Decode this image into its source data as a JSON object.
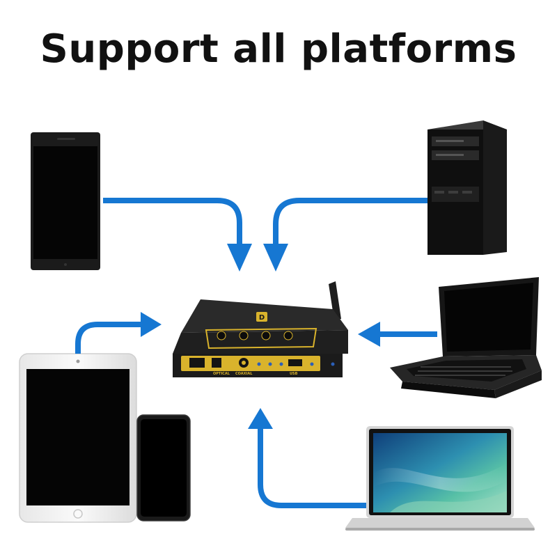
{
  "heading": {
    "text": "Support all platforms"
  },
  "device_panel": {
    "labels": [
      "OPTICAL",
      "COAXIAL",
      "USB"
    ],
    "logo": "D"
  },
  "colors": {
    "arrow": "#1677d2",
    "device_body": "#2a2a2a",
    "device_panel": "#d9b32c",
    "title": "#111111"
  },
  "icons": [
    "smartphone-icon",
    "desktop-tower-icon",
    "audio-decoder-icon",
    "tablet-icon",
    "phone-icon",
    "laptop-icon",
    "macbook-icon"
  ]
}
